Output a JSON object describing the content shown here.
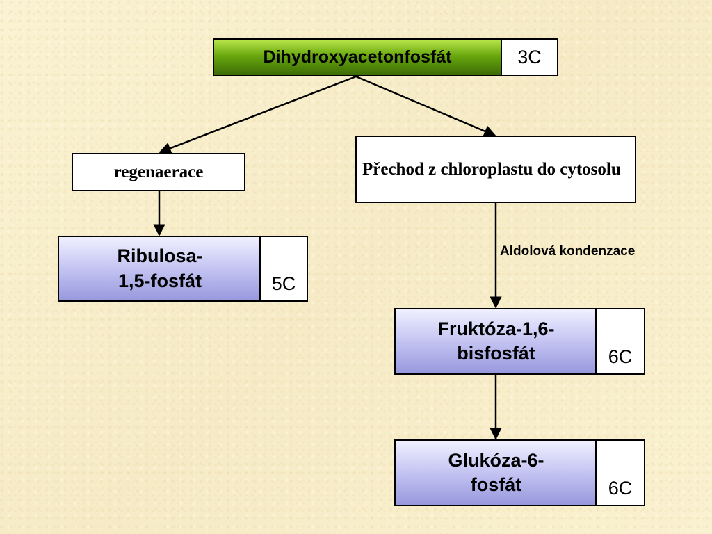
{
  "nodes": {
    "dhap": {
      "label": "Dihydroxyacetonfosfát",
      "carbons": "3C"
    },
    "regeneration": {
      "label": "regenaerace"
    },
    "transfer": {
      "label": "Přechod z chloroplastu do cytosolu"
    },
    "ribulose": {
      "label_line1": "Ribulosa-",
      "label_line2": "1,5-fosfát",
      "carbons": "5C"
    },
    "fructose": {
      "label_line1": "Fruktóza-1,6-",
      "label_line2": "bisfosfát",
      "carbons": "6C"
    },
    "glucose": {
      "label_line1": "Glukóza-6-",
      "label_line2": "fosfát",
      "carbons": "6C"
    }
  },
  "edge_labels": {
    "aldol": "Aldolová kondenzace"
  },
  "colors": {
    "green_box": "#69a80e",
    "purple_box": "#c8c8f4",
    "background": "#f8efcc"
  }
}
